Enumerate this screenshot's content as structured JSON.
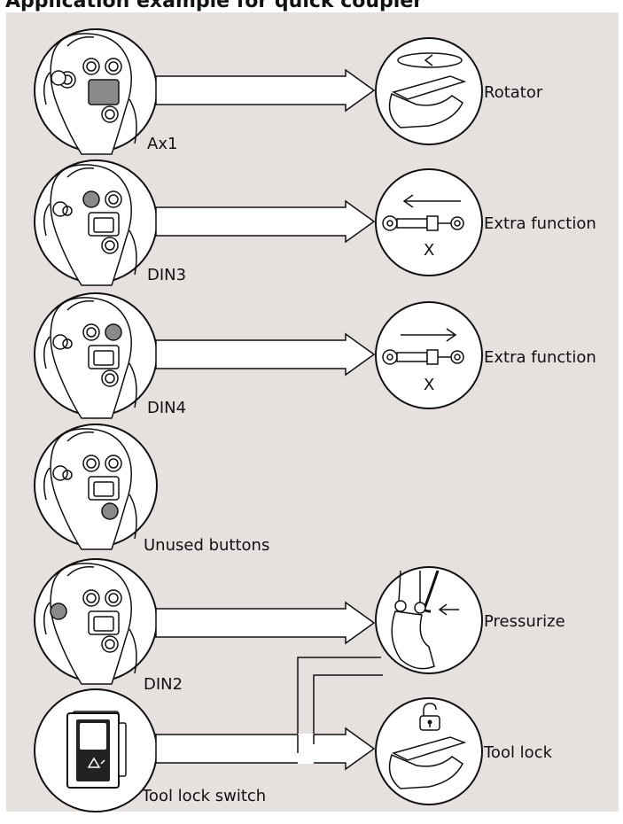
{
  "header_text": "Application example for quick coupler",
  "colors": {
    "panel": "#e6e1df",
    "line": "#111111",
    "highlight": "#8a8a8a"
  },
  "controls": [
    {
      "id": "ax1",
      "label": "Ax1",
      "active": "rocker",
      "target": "Rotator"
    },
    {
      "id": "din3",
      "label": "DIN3",
      "active": "top-left",
      "target": "Extra function",
      "direction": "left",
      "marker": "X"
    },
    {
      "id": "din4",
      "label": "DIN4",
      "active": "top-right",
      "target": "Extra function",
      "direction": "right",
      "marker": "X"
    },
    {
      "id": "unused",
      "label": "Unused buttons",
      "active": "bottom"
    },
    {
      "id": "din2",
      "label": "DIN2",
      "active": "side",
      "target": "Pressurize"
    },
    {
      "id": "switch",
      "label": "Tool lock switch",
      "target": "Tool lock"
    }
  ]
}
